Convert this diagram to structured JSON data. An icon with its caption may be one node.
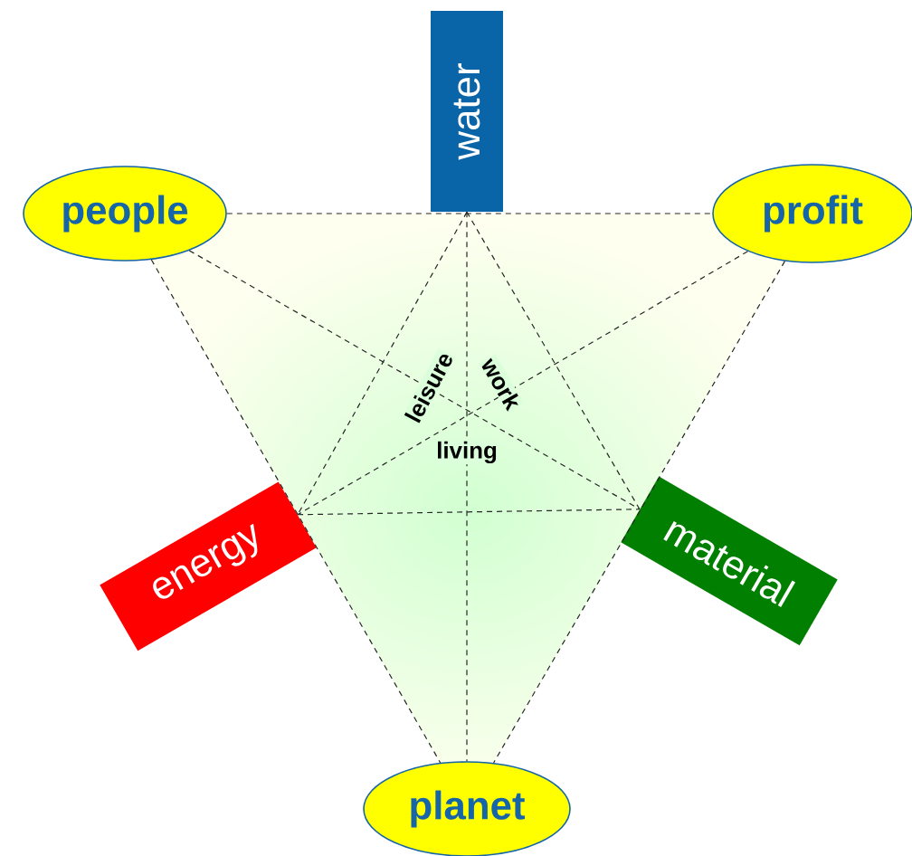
{
  "diagram": {
    "nodes": [
      {
        "text": [
          "water"
        ]
      },
      {
        "text": [
          "people"
        ]
      },
      {
        "text": [
          "profit"
        ]
      },
      {
        "text": [
          "energy"
        ]
      },
      {
        "text": [
          "material"
        ]
      },
      {
        "text": [
          "planet"
        ]
      }
    ],
    "edges": [
      {
        "from": 1,
        "to": 2,
        "arrow": "none"
      },
      {
        "from": 1,
        "to": 5,
        "arrow": "none"
      },
      {
        "from": 2,
        "to": 5,
        "arrow": "none"
      },
      {
        "from": 0,
        "to": 3,
        "arrow": "none"
      },
      {
        "from": 0,
        "to": 4,
        "arrow": "none"
      },
      {
        "from": 3,
        "to": 4,
        "arrow": "none"
      },
      {
        "from": 0,
        "to": 5,
        "arrow": "none"
      },
      {
        "from": 1,
        "to": 4,
        "arrow": "none"
      },
      {
        "from": 2,
        "to": 3,
        "arrow": "none"
      }
    ],
    "labels": [
      "leisure",
      "work",
      "living"
    ]
  }
}
